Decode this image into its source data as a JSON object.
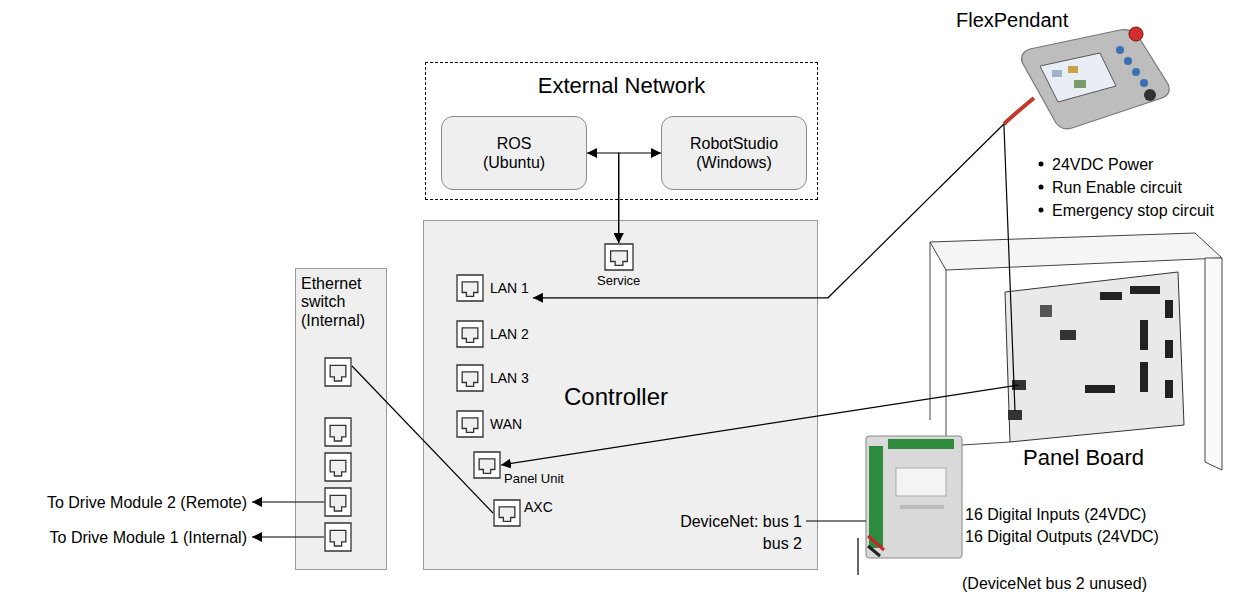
{
  "diagram": {
    "nodes": [
      {
        "text": [
          "External Network"
        ]
      },
      {
        "text": [
          "ROS (Ubuntu)"
        ],
        "in": 0
      },
      {
        "text": [
          "RobotStudio (Windows)"
        ],
        "in": 0
      },
      {
        "text": [
          "Controller"
        ]
      },
      {
        "text": [
          "Service"
        ],
        "in": 3
      },
      {
        "text": [
          "LAN 1"
        ],
        "in": 3
      },
      {
        "text": [
          "LAN 2"
        ],
        "in": 3
      },
      {
        "text": [
          "LAN 3"
        ],
        "in": 3
      },
      {
        "text": [
          "WAN"
        ],
        "in": 3
      },
      {
        "text": [
          "Panel Unit"
        ],
        "in": 3
      },
      {
        "text": [
          "AXC"
        ],
        "in": 3
      },
      {
        "text": [
          "Ethernet switch (Internal)"
        ]
      },
      {
        "text": [
          "FlexPendant"
        ]
      },
      {
        "text": [
          "Panel Board"
        ]
      }
    ],
    "edges": [
      {
        "from": 4,
        "to": 1,
        "arrow": "both"
      },
      {
        "from": 4,
        "to": 2,
        "arrow": "both"
      },
      {
        "from": 12,
        "to": 5,
        "arrow": "to"
      },
      {
        "from": 13,
        "to": 9,
        "arrow": "to"
      },
      {
        "from": 10,
        "to": 11,
        "arrow": "none"
      },
      {
        "from": 12,
        "to": 13,
        "arrow": "none"
      }
    ],
    "labels": [
      "24VDC Power",
      "Run Enable circuit",
      "Emergency stop circuit",
      "To Drive Module 2 (Remote)",
      "To Drive Module 1 (Internal)",
      "DeviceNet: bus 1",
      "bus 2",
      "16 Digital Inputs (24VDC)",
      "16 Digital Outputs (24VDC)",
      "(DeviceNet bus 2 unused)"
    ]
  }
}
